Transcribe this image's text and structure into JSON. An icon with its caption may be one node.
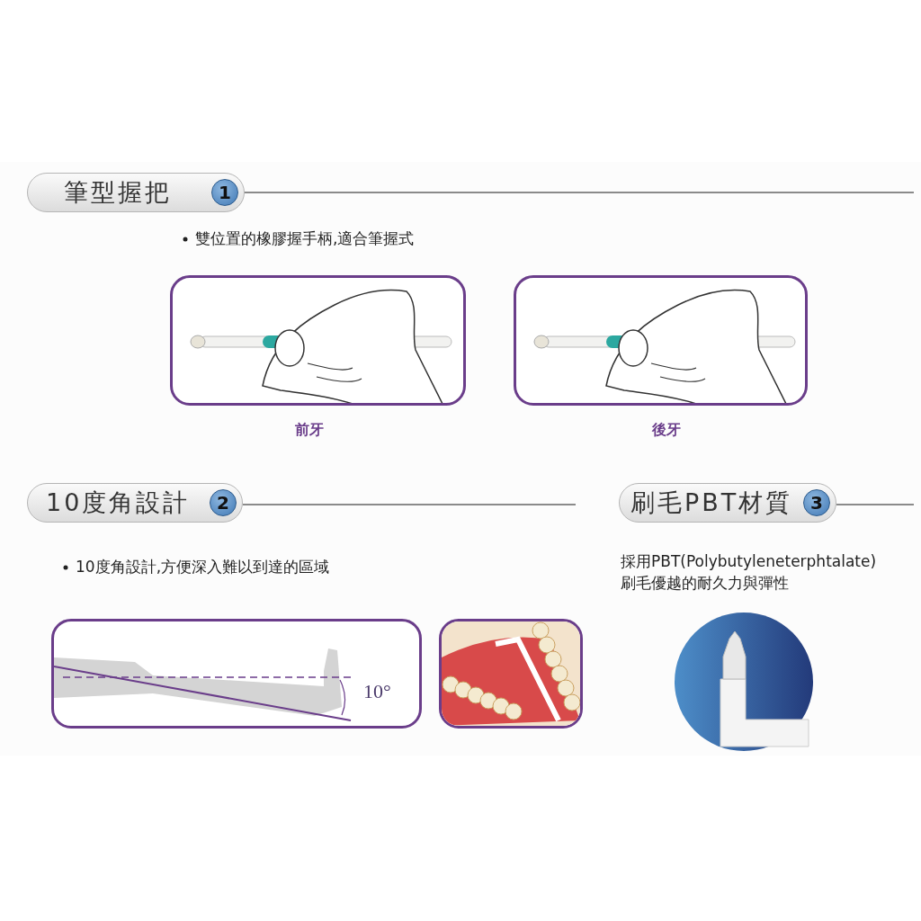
{
  "diagram": {
    "nodes": [
      {
        "text": [
          "筆型握把",
          "1"
        ]
      },
      {
        "text": [],
        "shape": "picture",
        "beside": [
          "前牙"
        ]
      },
      {
        "text": [],
        "shape": "picture",
        "beside": [
          "後牙"
        ]
      },
      {
        "text": [
          "10度角設計",
          "2"
        ]
      },
      {
        "text": [],
        "shape": "picture"
      },
      {
        "text": [],
        "shape": "picture"
      },
      {
        "text": [
          "刷毛PBT材質",
          "3"
        ]
      },
      {
        "text": [],
        "shape": "circle"
      }
    ],
    "edges": [],
    "labels": [
      "雙位置的橡膠握手柄,適合筆握式",
      "10度角設計,方便深入難以到達的區域",
      "採用PBT(Polybutyleneterphtalate) 刷毛優越的耐久力與彈性",
      "10°"
    ]
  }
}
